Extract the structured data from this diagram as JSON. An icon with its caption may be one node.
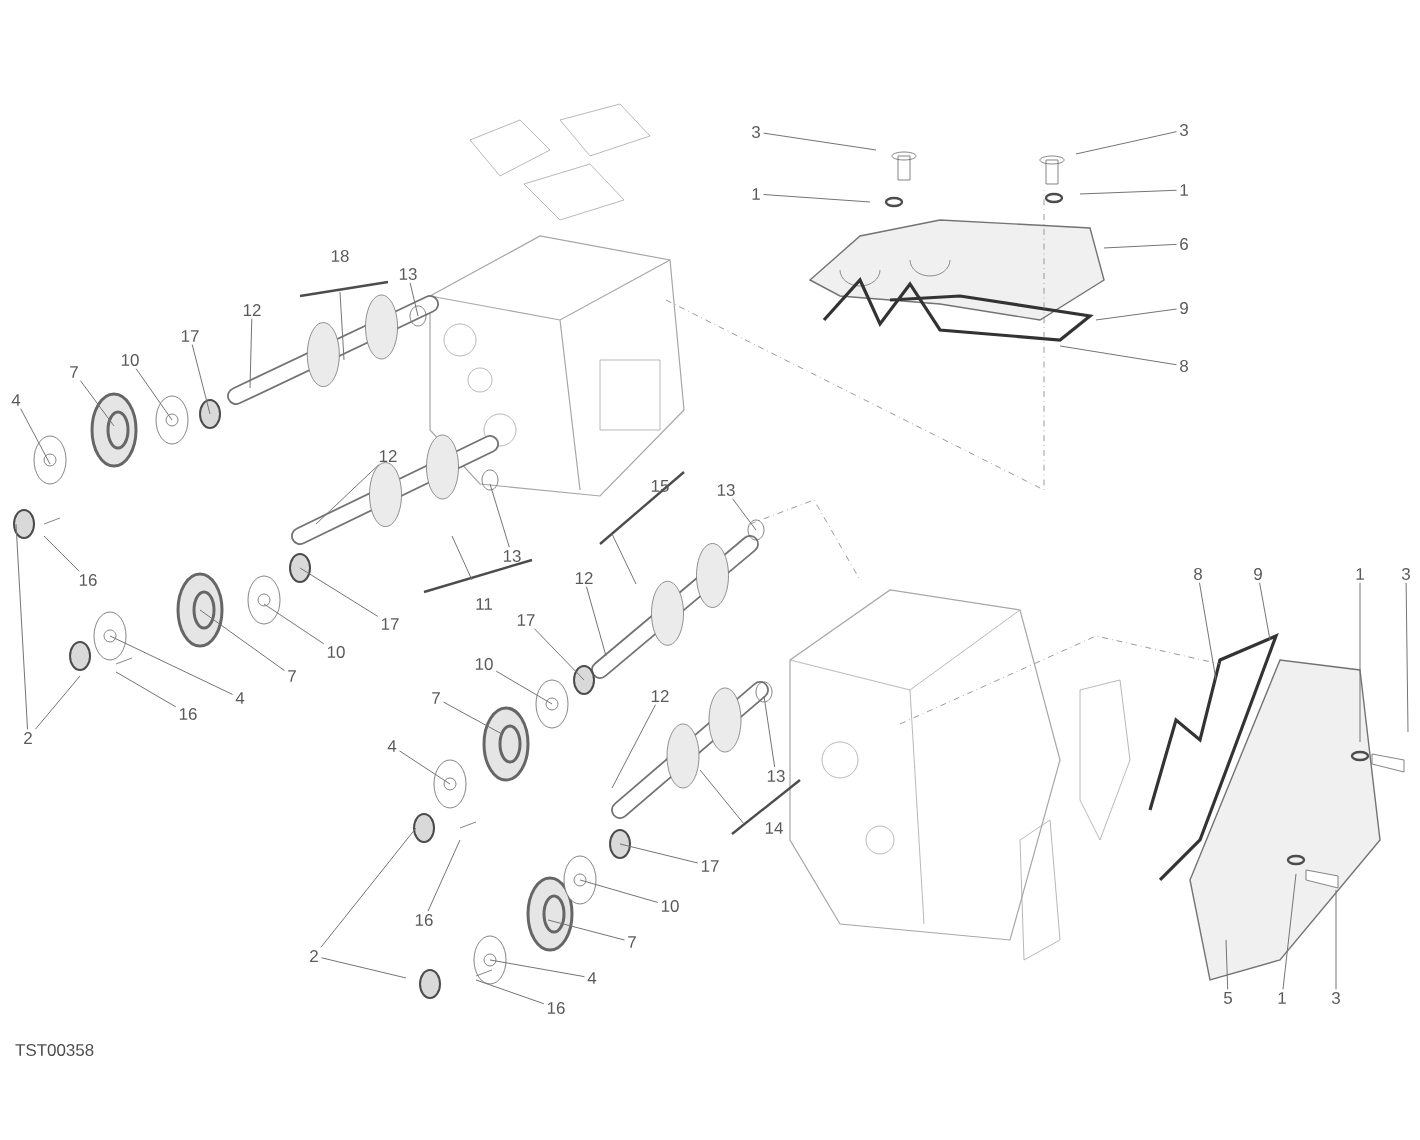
{
  "diagram": {
    "nodes": [
      {
        "text": [
          "3"
        ]
      },
      {
        "text": [
          "1"
        ]
      },
      {
        "text": [
          "3"
        ]
      },
      {
        "text": [
          "1"
        ]
      },
      {
        "text": [
          "6"
        ]
      },
      {
        "text": [
          "9"
        ]
      },
      {
        "text": [
          "8"
        ]
      },
      {
        "text": [
          "18"
        ]
      },
      {
        "text": [
          "13"
        ]
      },
      {
        "text": [
          "12"
        ]
      },
      {
        "text": [
          "17"
        ]
      },
      {
        "text": [
          "10"
        ]
      },
      {
        "text": [
          "7"
        ]
      },
      {
        "text": [
          "4"
        ]
      },
      {
        "text": [
          "16"
        ]
      },
      {
        "text": [
          "12"
        ]
      },
      {
        "text": [
          "17"
        ]
      },
      {
        "text": [
          "10"
        ]
      },
      {
        "text": [
          "7"
        ]
      },
      {
        "text": [
          "4"
        ]
      },
      {
        "text": [
          "16"
        ]
      },
      {
        "text": [
          "2"
        ]
      },
      {
        "text": [
          "13"
        ]
      },
      {
        "text": [
          "11"
        ]
      },
      {
        "text": [
          "15"
        ]
      },
      {
        "text": [
          "13"
        ]
      },
      {
        "text": [
          "12"
        ]
      },
      {
        "text": [
          "17"
        ]
      },
      {
        "text": [
          "10"
        ]
      },
      {
        "text": [
          "7"
        ]
      },
      {
        "text": [
          "4"
        ]
      },
      {
        "text": [
          "16"
        ]
      },
      {
        "text": [
          "2"
        ]
      },
      {
        "text": [
          "12"
        ]
      },
      {
        "text": [
          "13"
        ]
      },
      {
        "text": [
          "14"
        ]
      },
      {
        "text": [
          "17"
        ]
      },
      {
        "text": [
          "10"
        ]
      },
      {
        "text": [
          "7"
        ]
      },
      {
        "text": [
          "4"
        ]
      },
      {
        "text": [
          "16"
        ]
      },
      {
        "text": [
          "8"
        ]
      },
      {
        "text": [
          "9"
        ]
      },
      {
        "text": [
          "1"
        ]
      },
      {
        "text": [
          "3"
        ]
      },
      {
        "text": [
          "5"
        ]
      },
      {
        "text": [
          "1"
        ]
      },
      {
        "text": [
          "3"
        ]
      }
    ],
    "edges": [
      {
        "from": 0,
        "to": null,
        "arrow": "none"
      },
      {
        "from": 1,
        "to": null,
        "arrow": "none"
      },
      {
        "from": 2,
        "to": null,
        "arrow": "none"
      },
      {
        "from": 3,
        "to": null,
        "arrow": "none"
      },
      {
        "from": 4,
        "to": null,
        "arrow": "none"
      },
      {
        "from": 5,
        "to": null,
        "arrow": "none"
      },
      {
        "from": 6,
        "to": null,
        "arrow": "none"
      },
      {
        "from": 7,
        "to": null,
        "arrow": "none"
      },
      {
        "from": 8,
        "to": null,
        "arrow": "none"
      },
      {
        "from": 9,
        "to": null,
        "arrow": "none"
      },
      {
        "from": 10,
        "to": null,
        "arrow": "none"
      },
      {
        "from": 11,
        "to": null,
        "arrow": "none"
      },
      {
        "from": 12,
        "to": null,
        "arrow": "none"
      },
      {
        "from": 13,
        "to": null,
        "arrow": "none"
      },
      {
        "from": 14,
        "to": null,
        "arrow": "none"
      },
      {
        "from": 15,
        "to": null,
        "arrow": "none"
      },
      {
        "from": 16,
        "to": null,
        "arrow": "none"
      },
      {
        "from": 17,
        "to": null,
        "arrow": "none"
      },
      {
        "from": 18,
        "to": null,
        "arrow": "none"
      },
      {
        "from": 19,
        "to": null,
        "arrow": "none"
      },
      {
        "from": 20,
        "to": null,
        "arrow": "none"
      },
      {
        "from": 21,
        "to": null,
        "arrow": "none"
      },
      {
        "from": 21,
        "to": null,
        "arrow": "none"
      },
      {
        "from": 22,
        "to": null,
        "arrow": "none"
      },
      {
        "from": 23,
        "to": null,
        "arrow": "none"
      },
      {
        "from": 24,
        "to": null,
        "arrow": "none"
      },
      {
        "from": 25,
        "to": null,
        "arrow": "none"
      },
      {
        "from": 26,
        "to": null,
        "arrow": "none"
      },
      {
        "from": 27,
        "to": null,
        "arrow": "none"
      },
      {
        "from": 28,
        "to": null,
        "arrow": "none"
      },
      {
        "from": 29,
        "to": null,
        "arrow": "none"
      },
      {
        "from": 30,
        "to": null,
        "arrow": "none"
      },
      {
        "from": 31,
        "to": null,
        "arrow": "none"
      },
      {
        "from": 32,
        "to": null,
        "arrow": "none"
      },
      {
        "from": 32,
        "to": null,
        "arrow": "none"
      },
      {
        "from": 33,
        "to": null,
        "arrow": "none"
      },
      {
        "from": 34,
        "to": null,
        "arrow": "none"
      },
      {
        "from": 35,
        "to": null,
        "arrow": "none"
      },
      {
        "from": 36,
        "to": null,
        "arrow": "none"
      },
      {
        "from": 37,
        "to": null,
        "arrow": "none"
      },
      {
        "from": 38,
        "to": null,
        "arrow": "none"
      },
      {
        "from": 39,
        "to": null,
        "arrow": "none"
      },
      {
        "from": 40,
        "to": null,
        "arrow": "none"
      },
      {
        "from": 41,
        "to": null,
        "arrow": "none"
      },
      {
        "from": 42,
        "to": null,
        "arrow": "none"
      },
      {
        "from": 43,
        "to": null,
        "arrow": "none"
      },
      {
        "from": 44,
        "to": null,
        "arrow": "none"
      },
      {
        "from": 45,
        "to": null,
        "arrow": "none"
      },
      {
        "from": 46,
        "to": null,
        "arrow": "none"
      },
      {
        "from": 47,
        "to": null,
        "arrow": "none"
      }
    ],
    "labels": [
      "TST00358"
    ]
  }
}
